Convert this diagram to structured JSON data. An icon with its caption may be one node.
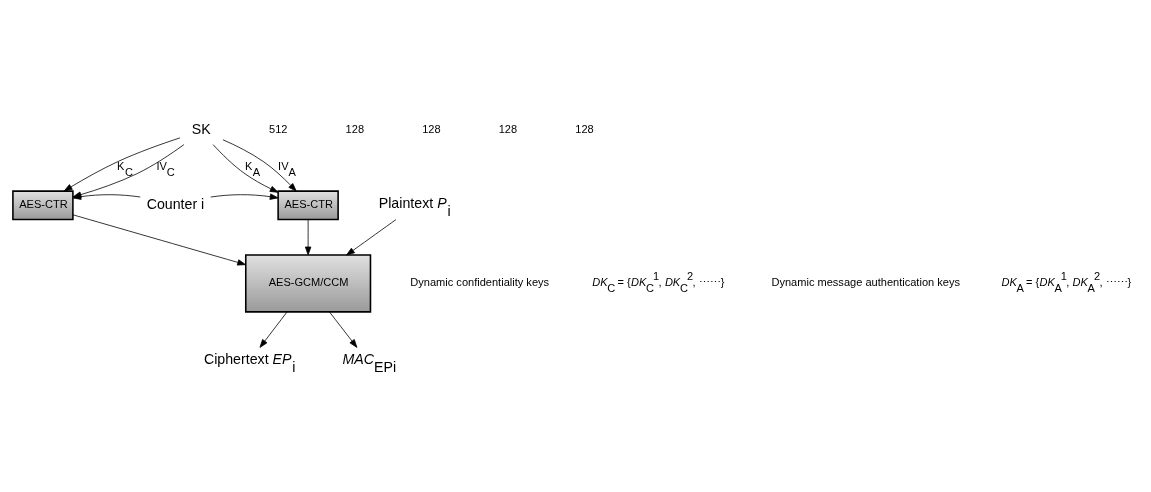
{
  "diagram": {
    "nodes": [
      {
        "text": [
          "SK"
        ]
      },
      {
        "text": [
          "AES-CTR"
        ]
      },
      {
        "text": [
          "Counter i"
        ]
      },
      {
        "text": [
          "AES-CTR"
        ]
      },
      {
        "text": [
          "Plaintext *P*$_{i}$"
        ]
      },
      {
        "text": [
          "AES-GCM/CCM"
        ]
      },
      {
        "text": [
          "Ciphertext *EP*$_{i}$"
        ]
      },
      {
        "text": [
          "*MAC*$_{EPi}$"
        ]
      }
    ],
    "edges": [
      {
        "from": 0,
        "to": 1,
        "arrow": "to",
        "label": "K$_{C}$"
      },
      {
        "from": 0,
        "to": 1,
        "arrow": "to",
        "label": "IV$_{C}$"
      },
      {
        "from": 0,
        "to": 3,
        "arrow": "to",
        "label": "K$_{A}$"
      },
      {
        "from": 0,
        "to": 3,
        "arrow": "to",
        "label": "IV$_{A}$"
      },
      {
        "from": 2,
        "to": 1,
        "arrow": "to"
      },
      {
        "from": 2,
        "to": 3,
        "arrow": "to"
      },
      {
        "from": 4,
        "to": 5,
        "arrow": "to"
      },
      {
        "from": 1,
        "to": 5,
        "arrow": "to"
      },
      {
        "from": 3,
        "to": 5,
        "arrow": "to"
      },
      {
        "from": 5,
        "to": 6,
        "arrow": "to"
      },
      {
        "from": 5,
        "to": 7,
        "arrow": "to"
      }
    ],
    "labels": [
      "512",
      "128",
      "128",
      "128",
      "128",
      "Dynamic confidentiality keys",
      "*DK*$_{C}$ = {*DK*$_{C}$$^{1}$, *DK*$_{C}$$^{2}$, ⋯⋯}",
      "Dynamic message authentication keys",
      "*DK*$_{A}$ = {*DK*$_{A}$$^{1}$, *DK*$_{A}$$^{2}$, ⋯⋯}"
    ]
  }
}
